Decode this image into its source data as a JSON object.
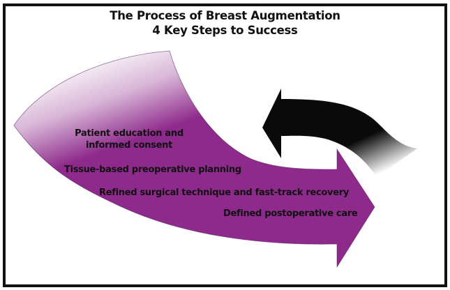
{
  "title": {
    "line1": "The Process of Breast Augmentation",
    "line2": "4 Key Steps to Success"
  },
  "steps": [
    {
      "line1": "Patient education and",
      "line2": "informed consent"
    },
    {
      "line1": "Tissue-based preoperative planning"
    },
    {
      "line1": "Refined surgical technique and fast-track recovery"
    },
    {
      "line1": "Defined postoperative care"
    }
  ],
  "colors": {
    "purple": "#8e2a8b",
    "purple_edge": "#4a1a5a",
    "black_arrow": "#0a0a0a",
    "border": "#111111"
  },
  "icons": {
    "main_arrow": "curved-right-arrow",
    "return_arrow": "curved-left-arrow"
  }
}
